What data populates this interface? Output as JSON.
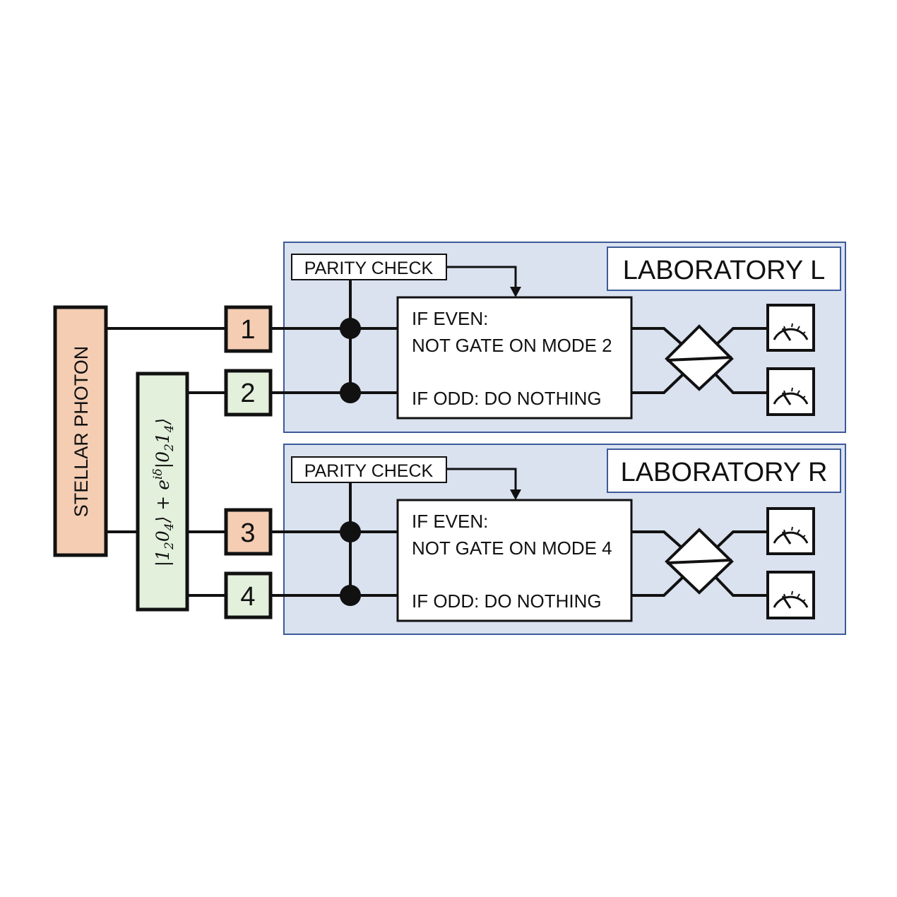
{
  "source": {
    "label": "STELLAR PHOTON"
  },
  "entangled_state": {
    "pre": "|1",
    "sub1": "2",
    "mid1": "0",
    "sub2": "4",
    "mid2": "⟩ + e",
    "sup": "iδ",
    "mid3": "|0",
    "sub3": "2",
    "mid4": "1",
    "sub4": "4",
    "post": "⟩"
  },
  "modes": [
    {
      "label": "1",
      "kind": "stellar"
    },
    {
      "label": "2",
      "kind": "entangled"
    },
    {
      "label": "3",
      "kind": "stellar"
    },
    {
      "label": "4",
      "kind": "entangled"
    }
  ],
  "labs": [
    {
      "title": "LABORATORY L",
      "parity_label": "PARITY CHECK",
      "gate_line1": "IF EVEN:",
      "gate_line2": "NOT GATE ON MODE 2",
      "gate_line3": "IF ODD: DO NOTHING"
    },
    {
      "title": "LABORATORY R",
      "parity_label": "PARITY CHECK",
      "gate_line1": "IF EVEN:",
      "gate_line2": "NOT GATE ON MODE 4",
      "gate_line3": "IF ODD: DO NOTHING"
    }
  ],
  "colors": {
    "stellar_fill": "#f4cdb3",
    "entangled_fill": "#e3f0dc",
    "lab_fill": "#dae2f0",
    "lab_border": "#3d5a99",
    "line": "#111111"
  }
}
